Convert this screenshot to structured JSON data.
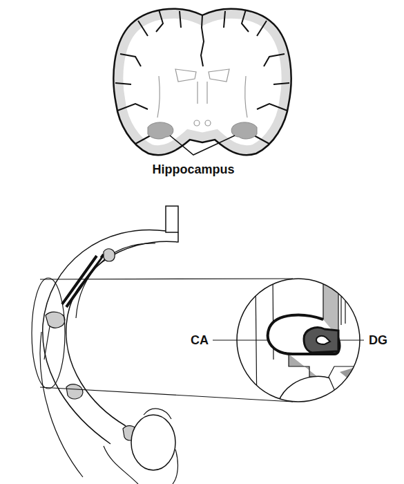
{
  "diagram": {
    "labels": [
      "Hippocampus",
      "CA",
      "DG"
    ]
  }
}
